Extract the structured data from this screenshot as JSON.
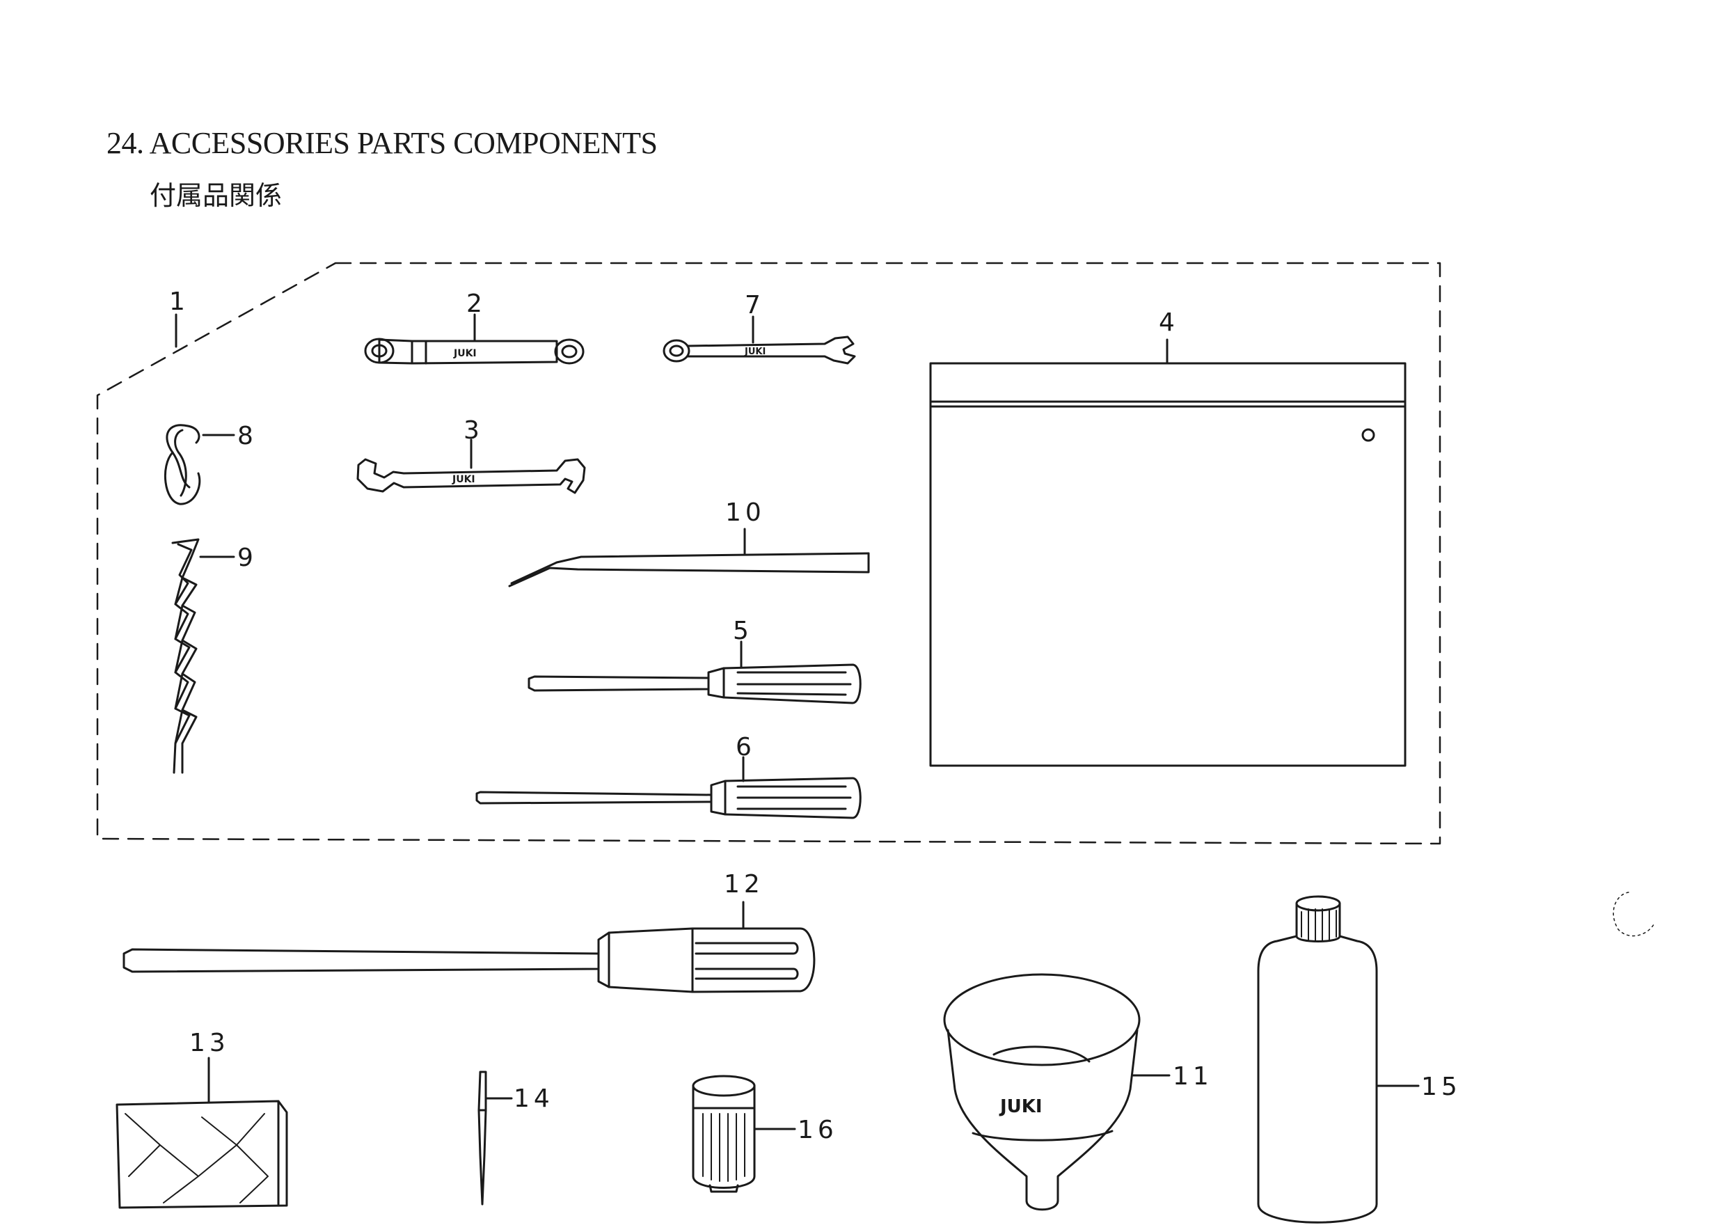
{
  "title": "24. ACCESSORIES PARTS COMPONENTS",
  "subtitle": "付属品関係",
  "brand_mark": "JUKI",
  "part_numbers": {
    "p1": "1",
    "p2": "2",
    "p3": "3",
    "p4": "4",
    "p5": "5",
    "p6": "6",
    "p7": "7",
    "p8": "8",
    "p9": "9",
    "p10": "10",
    "p11": "11",
    "p12": "12",
    "p13": "13",
    "p14": "14",
    "p15": "15",
    "p16": "16"
  }
}
